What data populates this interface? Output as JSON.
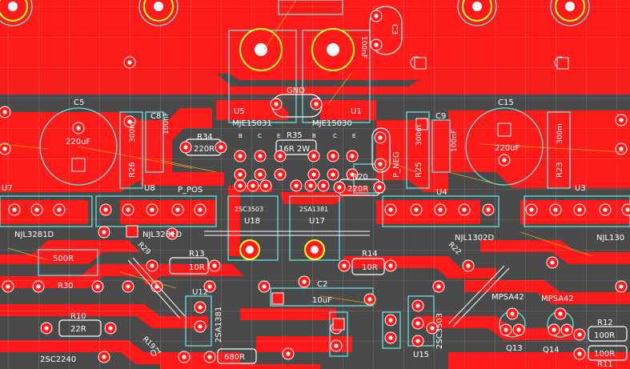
{
  "board": {
    "colors": {
      "background": "#4a4a4a",
      "copper": "#ff1a1a",
      "silkscreen": "#ffffff",
      "outline": "#66e0e0",
      "pad_ring": "#ffff33",
      "grid": "#d0d0d0",
      "ratsnest": "#e8a020"
    },
    "labels": {
      "c5": "C5",
      "c5_val": "220uF",
      "c15": "C15",
      "c15_val": "220uF",
      "c8": "C8",
      "c8_val": "100nF",
      "c9": "C9",
      "c9_val": "100nF",
      "r26": "R26",
      "r26_val": "300m",
      "r25": "R25",
      "r25_val": "300m",
      "r23": "R23",
      "r23_val": "300m",
      "r34": "R34",
      "r34_val": "220R",
      "r35": "R35",
      "r35_val": "16R 2W",
      "r20": "R20",
      "r20_val": "220R",
      "u5": "U5",
      "u5_part": "MJE15031",
      "u1": "U1",
      "u1_part": "MJE15030",
      "gnd": "GND",
      "p_pos": "P_POS",
      "p_neg": "P_NEG",
      "u8": "U8",
      "u7": "U7",
      "u4": "U4",
      "u3": "U3",
      "njl3281d_left": "NJL3281D",
      "njl3281d_mid": "NJL3281D",
      "njl1302d": "NJL1302D",
      "njl130_right": "NJL130",
      "u18": "U18",
      "u18_part": "2SC3503",
      "u17": "U17",
      "u17_part": "2SA1381",
      "r30": "R30",
      "r30_val": "500R",
      "r13": "R13",
      "r13_val": "10R",
      "r14": "R14",
      "r14_val": "10R",
      "r10": "R10",
      "r10_val": "22R",
      "r12": "R12",
      "r12_val": "100R",
      "r11": "R11",
      "r11_val": "100R",
      "u12": "U12",
      "u12_part": "2SA1381",
      "u15": "U15",
      "u15_part": "2SC3503",
      "c2": "C2",
      "c2_val": "10uF",
      "q13": "Q13",
      "q14": "Q14",
      "mpsa42_a": "MPSA42",
      "mpsa42_b": "MPSA42",
      "r19": "R19",
      "r29": "R29",
      "r22": "R22",
      "r680": "680R",
      "c_top": "100nF",
      "c_top_id": "C3",
      "q1": "Q1",
      "sc2240": "2SC2240",
      "pin_b": "B",
      "pin_c": "C",
      "pin_e": "E"
    }
  }
}
